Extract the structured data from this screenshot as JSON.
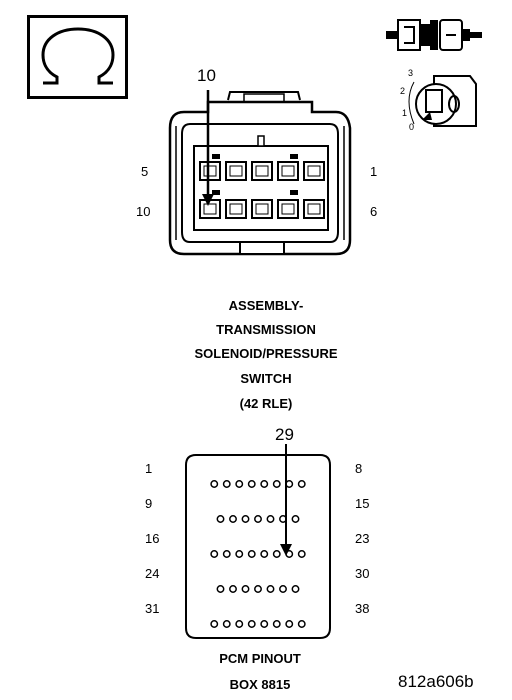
{
  "legend_box": {
    "icon": "ohm-icon"
  },
  "connector_icon": {
    "icon": "connector-icon"
  },
  "dial_icon": {
    "icon": "dial-icon",
    "labels": [
      "3",
      "2",
      "1",
      "0"
    ]
  },
  "upper_connector": {
    "callout": "10",
    "pin_labels": {
      "top_left": "5",
      "top_right": "1",
      "bottom_left": "10",
      "bottom_right": "6"
    }
  },
  "component_caption": {
    "lines": [
      "ASSEMBLY-",
      "TRANSMISSION",
      "SOLENOID/PRESSURE",
      "SWITCH",
      "(42 RLE)"
    ]
  },
  "pcm_connector": {
    "callout": "29",
    "rows": [
      {
        "left": "1",
        "right": "8"
      },
      {
        "left": "9",
        "right": "15"
      },
      {
        "left": "16",
        "right": "23"
      },
      {
        "left": "24",
        "right": "30"
      },
      {
        "left": "31",
        "right": "38"
      }
    ]
  },
  "pcm_caption": {
    "lines": [
      "PCM PINOUT",
      "BOX 8815"
    ]
  },
  "figure_ref": "812a606b"
}
